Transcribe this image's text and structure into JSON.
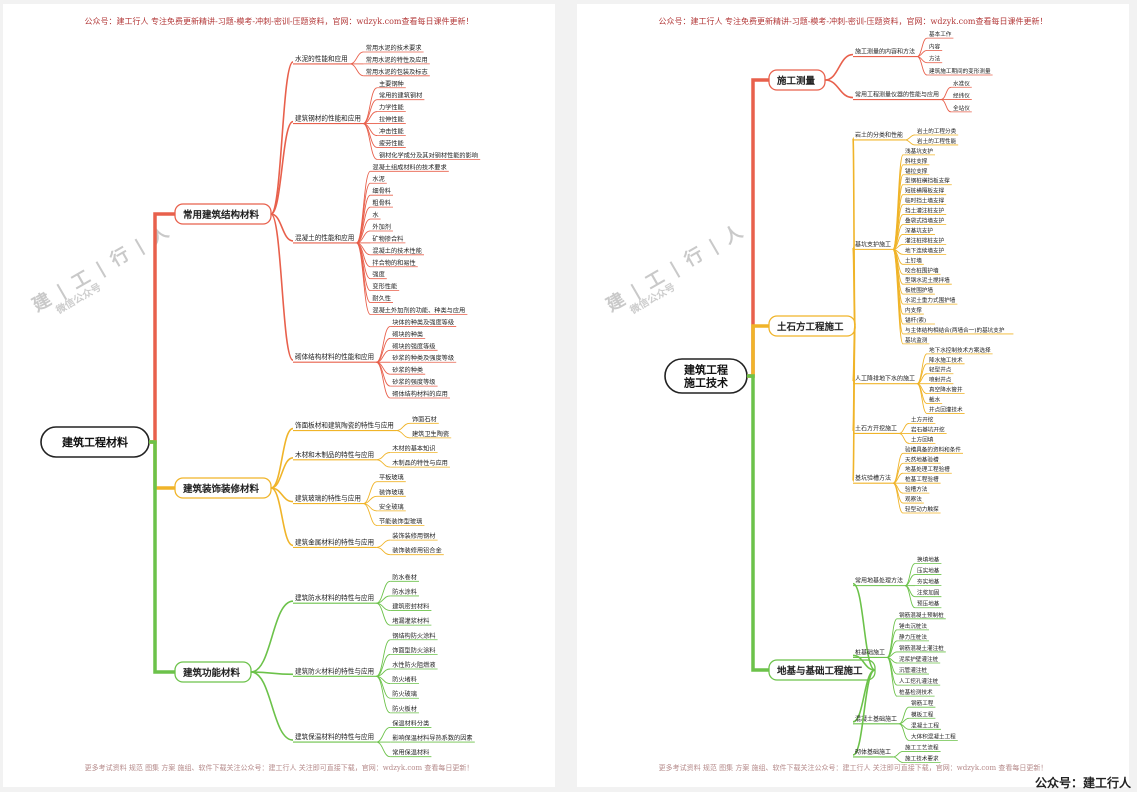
{
  "header_text": "公众号：建工行人  专注免费更新精讲-习题-模考-冲刺-密训-压题资料，官网：wdzyk.com查看每日课件更新！",
  "footer_text": "更多考试资料 规范 图集 方案 施组、软件下载关注公众号：建工行人 关注即可直接下载，官网：wdzyk.com 查看每日更新！",
  "watermark": {
    "main": "建 | 工 | 行 | 人",
    "sub": "微信公众号"
  },
  "corner_label": "公众号：建工行人",
  "left_map": {
    "root": "建筑工程材料",
    "branches": [
      {
        "label": "常用建筑结构材料",
        "color": "#e8604c",
        "sub": [
          {
            "label": "水泥的性能和应用",
            "items": [
              "常用水泥的技术要求",
              "常用水泥的特性及应用",
              "常用水泥的包装及标志"
            ]
          },
          {
            "label": "建筑钢材的性能和应用",
            "items": [
              "主要钢种",
              "常用的建筑钢材",
              "力学性能",
              "拉伸性能",
              "冲击性能",
              "疲劳性能",
              "钢材化学成分及其对钢材性能的影响"
            ]
          },
          {
            "label": "混凝土的性能和应用",
            "items": [
              "混凝土组成材料的技术要求",
              "水泥",
              "细骨料",
              "粗骨料",
              "水",
              "外加剂",
              "矿物掺合料",
              "混凝土的技术性能",
              "拌合物的和易性",
              "强度",
              "变形性能",
              "耐久性",
              "混凝土外加剂的功能、种类与应用"
            ]
          },
          {
            "label": "砌体结构材料的性能和应用",
            "items": [
              "块体的种类及强度等级",
              "砌块的种类",
              "砌块的强度等级",
              "砂浆的种类及强度等级",
              "砂浆的种类",
              "砂浆的强度等级",
              "砌体结构材料的应用"
            ]
          }
        ]
      },
      {
        "label": "建筑装饰装修材料",
        "color": "#f0b429",
        "sub": [
          {
            "label": "饰面板材和建筑陶瓷的特性与应用",
            "items": [
              "饰面石材",
              "建筑卫生陶瓷"
            ]
          },
          {
            "label": "木材和木制品的特性与应用",
            "items": [
              "木材的基本知识",
              "木制品的特性与应用"
            ]
          },
          {
            "label": "建筑玻璃的特性与应用",
            "items": [
              "平板玻璃",
              "装饰玻璃",
              "安全玻璃",
              "节能装饰型玻璃"
            ]
          },
          {
            "label": "建筑金属材料的特性与应用",
            "items": [
              "装饰装修用钢材",
              "装饰装修用铝合金"
            ]
          }
        ]
      },
      {
        "label": "建筑功能材料",
        "color": "#6cc24a",
        "sub": [
          {
            "label": "建筑防水材料的特性与应用",
            "items": [
              "防水卷材",
              "防水涂料",
              "建筑密封材料",
              "堵漏灌浆材料"
            ]
          },
          {
            "label": "建筑防火材料的特性与应用",
            "items": [
              "钢结构防火涂料",
              "饰面型防火涂料",
              "水性防火阻燃液",
              "防火堵料",
              "防火玻璃",
              "防火板材"
            ]
          },
          {
            "label": "建筑保温材料的特性与应用",
            "items": [
              "保温材料分类",
              "影响保温材料导热系数的因素",
              "常用保温材料"
            ]
          }
        ]
      }
    ]
  },
  "right_map": {
    "root": "建筑工程\n施工技术",
    "branches": [
      {
        "label": "施工测量",
        "color": "#e8604c",
        "sub": [
          {
            "label": "施工测量的内容和方法",
            "items": [
              "基本工作",
              "内容",
              "方法",
              "建筑施工期间的变形测量"
            ]
          },
          {
            "label": "常用工程测量仪器的性能与应用",
            "items": [
              "水准仪",
              "经纬仪",
              "全站仪"
            ]
          }
        ]
      },
      {
        "label": "土石方工程施工",
        "color": "#f0b429",
        "sub": [
          {
            "label": "岩土的分类和性能",
            "items": [
              "岩土的工程分类",
              "岩土的工程性能"
            ]
          },
          {
            "label": "基坑支护施工",
            "items": [
              "浅基坑支护",
              "斜柱支撑",
              "锚拉支撑",
              "型钢桩横挡板支撑",
              "短桩横隔板支撑",
              "临时挡土墙支撑",
              "挡土灌注桩支护",
              "叠袋式挡墙支护",
              "深基坑支护",
              "灌注桩排桩支护",
              "地下连续墙支护",
              "土钉墙",
              "咬合桩围护墙",
              "型钢水泥土搅拌墙",
              "板桩围护墙",
              "水泥土重力式围护墙",
              "内支撑",
              "锚杆(索)",
              "与主体结构相结合(两墙合一)的基坑支护",
              "基坑监测"
            ]
          },
          {
            "label": "人工降排地下水的施工",
            "items": [
              "地下水控制技术方案选择",
              "降水施工技术",
              "轻型井点",
              "喷射井点",
              "真空降水管井",
              "截水",
              "井点回灌技术"
            ]
          },
          {
            "label": "土石方开挖施工",
            "items": [
              "土方开挖",
              "岩石基坑开挖",
              "土方回填"
            ]
          },
          {
            "label": "基坑验槽方法",
            "items": [
              "验槽具备的资料和条件",
              "天然地基验槽",
              "地基处理工程验槽",
              "桩基工程验槽",
              "验槽方法",
              "观察法",
              "轻型动力触探"
            ]
          }
        ]
      },
      {
        "label": "地基与基础工程施工",
        "color": "#6cc24a",
        "sub": [
          {
            "label": "常用地基处理方法",
            "items": [
              "换填地基",
              "压实地基",
              "夯实地基",
              "注浆加固",
              "预压地基"
            ]
          },
          {
            "label": "桩基础施工",
            "items": [
              "钢筋混凝土预制桩",
              "锤击沉桩法",
              "静力压桩法",
              "钢筋混凝土灌注桩",
              "泥浆护壁灌注桩",
              "沉管灌注桩",
              "人工挖孔灌注桩",
              "桩基检测技术"
            ]
          },
          {
            "label": "混凝土基础施工",
            "items": [
              "钢筋工程",
              "模板工程",
              "混凝土工程",
              "大体积混凝土工程"
            ]
          },
          {
            "label": "砌体基础施工",
            "items": [
              "施工工艺流程",
              "施工技术要求"
            ]
          }
        ]
      }
    ]
  }
}
